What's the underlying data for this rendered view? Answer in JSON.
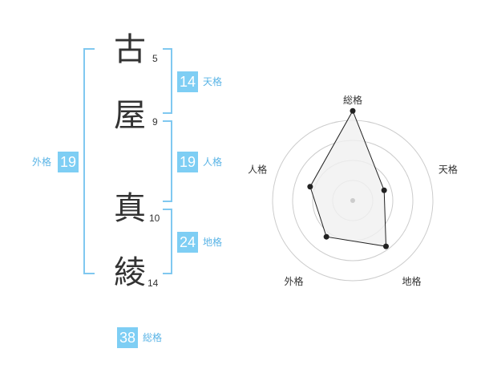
{
  "name": {
    "characters": [
      {
        "char": "古",
        "strokes": "5"
      },
      {
        "char": "屋",
        "strokes": "9"
      },
      {
        "char": "真",
        "strokes": "10"
      },
      {
        "char": "綾",
        "strokes": "14"
      }
    ]
  },
  "fortunes": {
    "tenkaku": {
      "value": "14",
      "label": "天格"
    },
    "jinkaku": {
      "value": "19",
      "label": "人格"
    },
    "chikaku": {
      "value": "24",
      "label": "地格"
    },
    "gaikaku": {
      "value": "19",
      "label": "外格"
    },
    "soukaku": {
      "value": "38",
      "label": "総格"
    }
  },
  "chart_data": {
    "type": "radar",
    "axes": [
      "総格",
      "天格",
      "地格",
      "外格",
      "人格"
    ],
    "values": [
      38,
      14,
      24,
      19,
      19
    ],
    "scale_max": 34,
    "rings": 4,
    "colors": {
      "line": "#222222",
      "fill": "#f0f0f0",
      "ring": "#cccccc",
      "center": "#cccccc"
    }
  }
}
